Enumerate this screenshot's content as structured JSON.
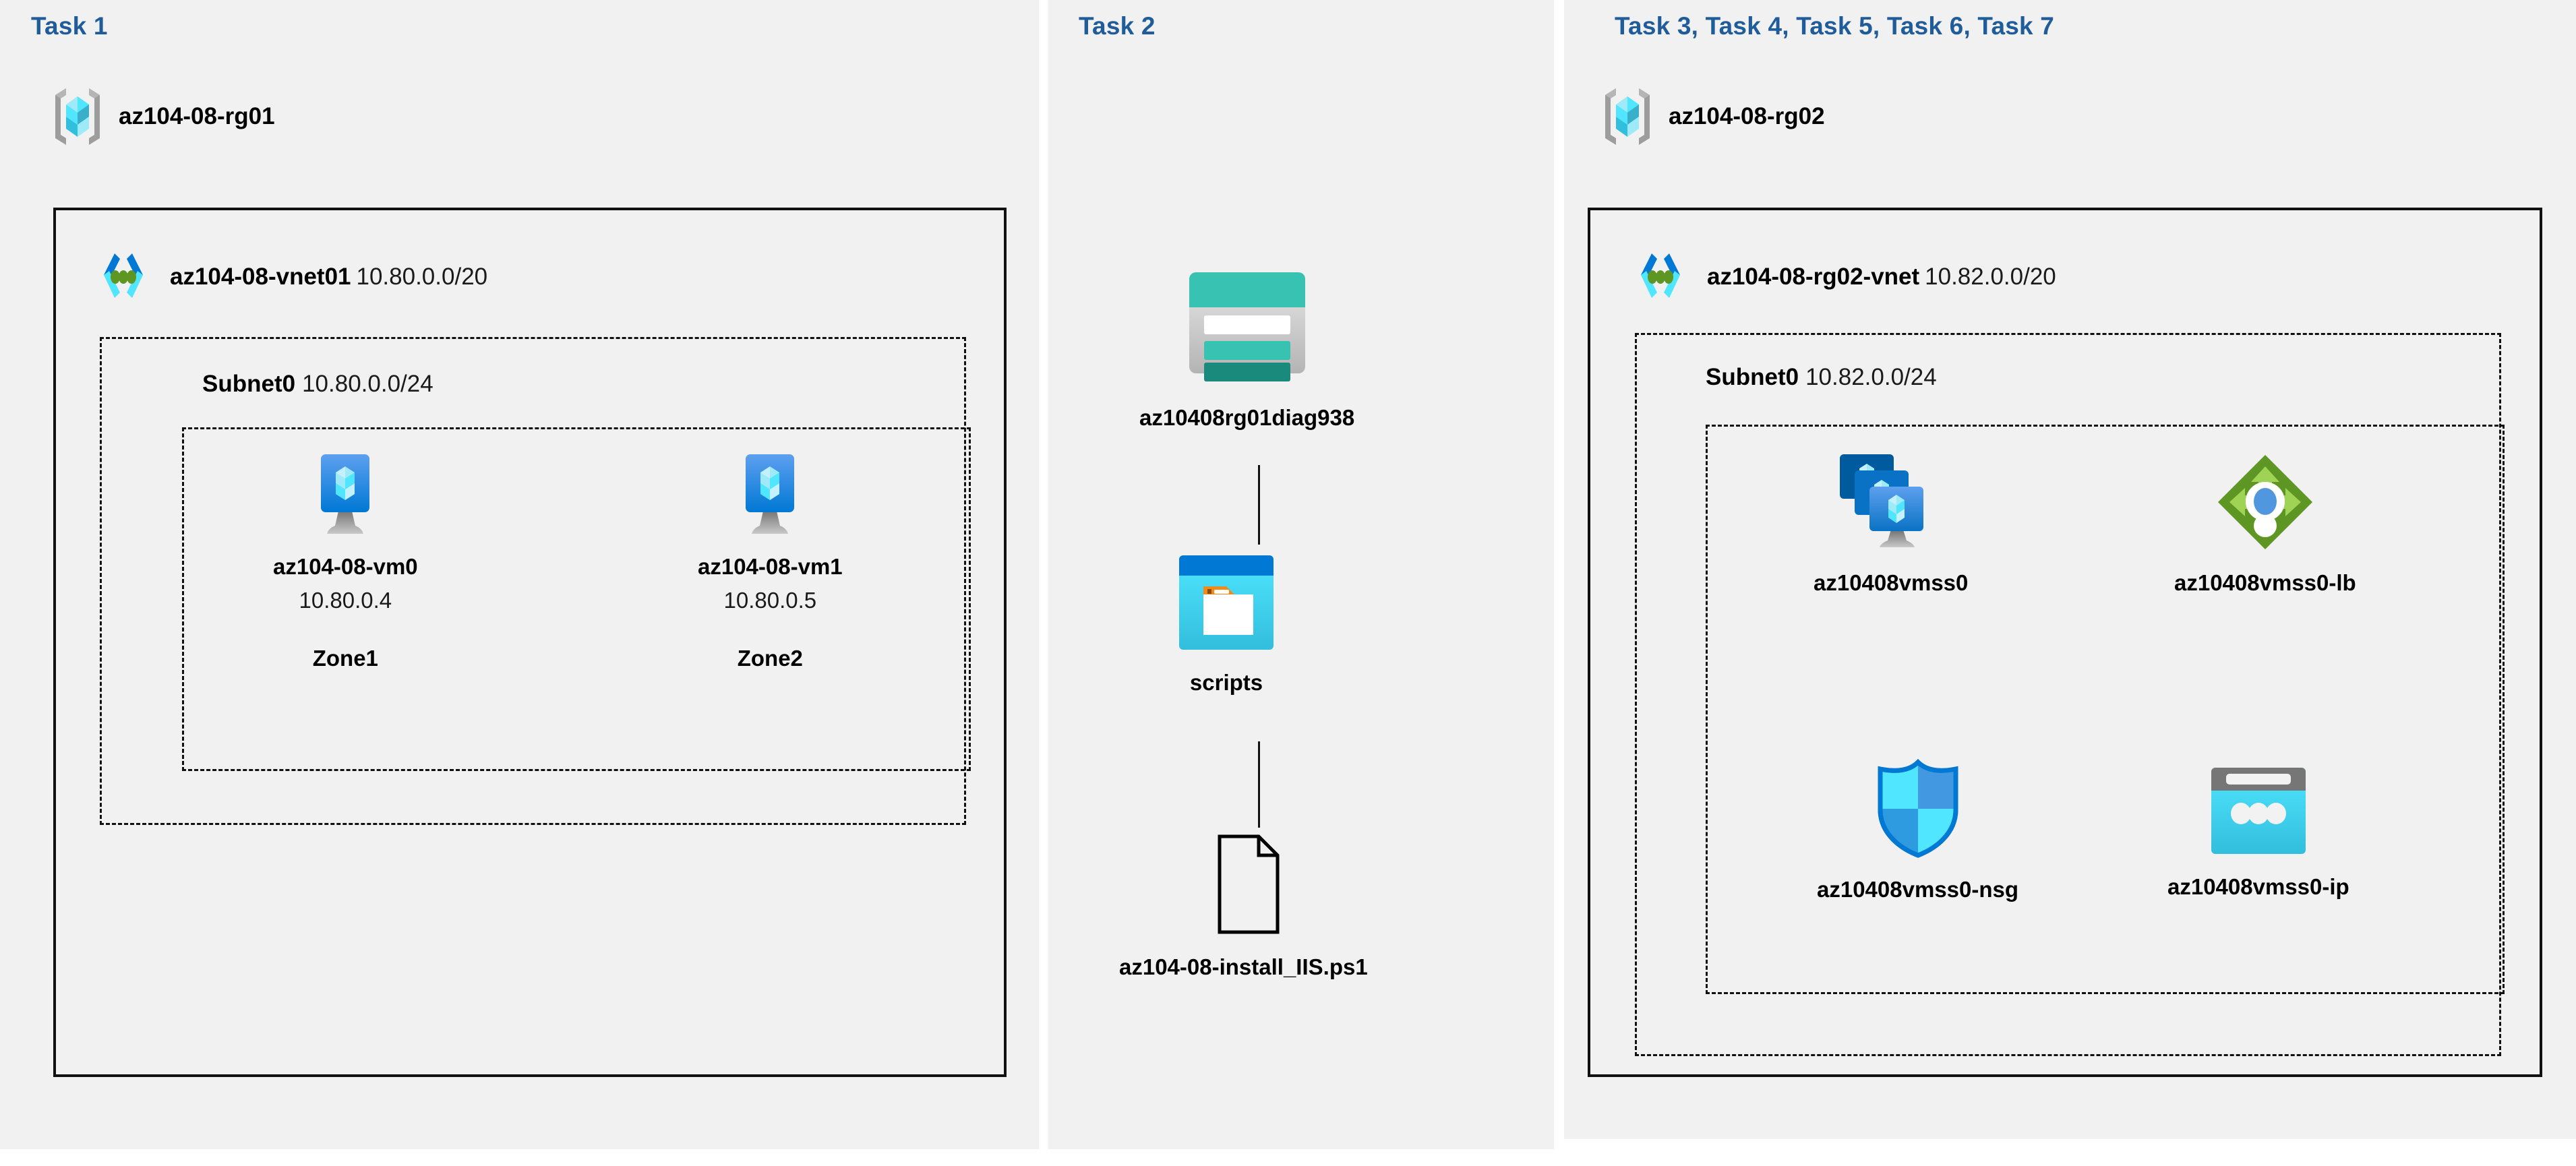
{
  "diagram": {
    "title": "Azure AZ-104 Module 08 lab architecture",
    "background": "#f1f1f1",
    "accent": "#1f5c99"
  },
  "panels": [
    {
      "id": "task1",
      "label": "Task 1"
    },
    {
      "id": "task2",
      "label": "Task 2"
    },
    {
      "id": "task3",
      "label": "Task 3, Task 4, Task 5, Task 6, Task 7"
    }
  ],
  "resource_groups": [
    {
      "icon": "resource-group-icon",
      "name": "az104-08-rg01"
    },
    {
      "icon": "resource-group-icon",
      "name": "az104-08-rg02"
    }
  ],
  "vnets": [
    {
      "icon": "virtual-network-icon",
      "name": "az104-08-vnet01",
      "cidr": "10.80.0.0/20"
    },
    {
      "icon": "virtual-network-icon",
      "name": "az104-08-rg02-vnet",
      "cidr": "10.82.0.0/20"
    }
  ],
  "subnets": [
    {
      "name": "Subnet0",
      "cidr": "10.80.0.0/24"
    },
    {
      "name": "Subnet0",
      "cidr": "10.82.0.0/24"
    }
  ],
  "resources": {
    "vm0": {
      "icon": "virtual-machine-icon",
      "name": "az104-08-vm0",
      "ip": "10.80.0.4",
      "zone": "Zone1"
    },
    "vm1": {
      "icon": "virtual-machine-icon",
      "name": "az104-08-vm1",
      "ip": "10.80.0.5",
      "zone": "Zone2"
    },
    "storage": {
      "icon": "storage-account-icon",
      "name": "az10408rg01diag938"
    },
    "container": {
      "icon": "blob-container-icon",
      "name": "scripts"
    },
    "file": {
      "icon": "file-icon",
      "name": "az104-08-install_IIS.ps1"
    },
    "vmss": {
      "icon": "vm-scale-set-icon",
      "name": "az10408vmss0"
    },
    "lb": {
      "icon": "load-balancer-icon",
      "name": "az10408vmss0-lb"
    },
    "nsg": {
      "icon": "network-security-group-icon",
      "name": "az10408vmss0-nsg"
    },
    "publicip": {
      "icon": "public-ip-address-icon",
      "name": "az10408vmss0-ip"
    }
  },
  "colors": {
    "task_label": "#1f5c99",
    "azure_blue": "#0078d4",
    "cyan": "#32bedd",
    "teal": "#2fbfb0",
    "green": "#6ba632",
    "gray": "#9d9d9d"
  }
}
